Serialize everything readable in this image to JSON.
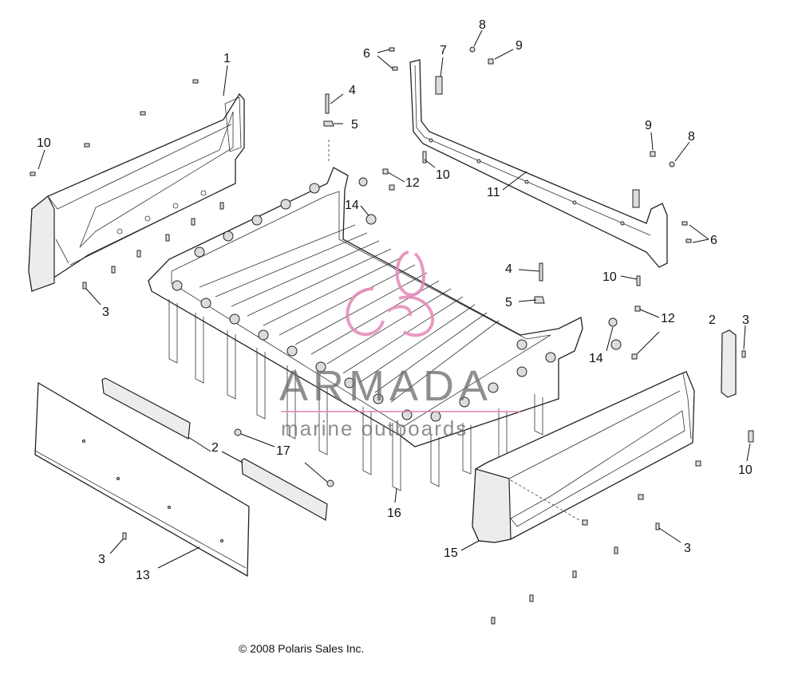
{
  "callouts": [
    "1",
    "2",
    "2",
    "3",
    "3",
    "3",
    "3",
    "4",
    "4",
    "5",
    "5",
    "6",
    "6",
    "7",
    "8",
    "8",
    "9",
    "9",
    "10",
    "10",
    "10",
    "10",
    "11",
    "12",
    "12",
    "13",
    "14",
    "14",
    "15",
    "16",
    "17"
  ],
  "watermark": {
    "brand": "ARMADA",
    "tagline": "marine outboards"
  },
  "copyright": "© 2008 Polaris Sales Inc."
}
